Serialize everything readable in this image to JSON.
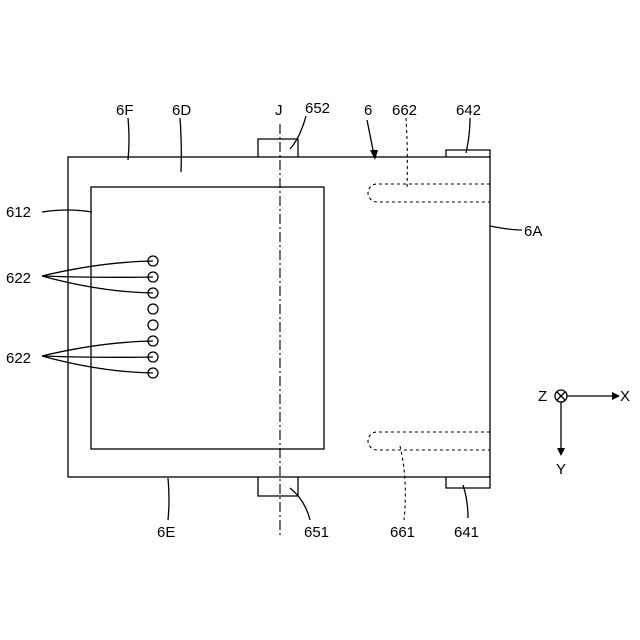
{
  "labels": {
    "label_6F": "6F",
    "label_6D": "6D",
    "label_J": "J",
    "label_652": "652",
    "label_6": "6",
    "label_662": "662",
    "label_642": "642",
    "label_612": "612",
    "label_6A": "6A",
    "label_622_top": "622",
    "label_622_bottom": "622",
    "label_6E": "6E",
    "label_651": "651",
    "label_661": "661",
    "label_641": "641"
  },
  "axes": {
    "z": "Z",
    "x": "X",
    "y": "Y"
  },
  "terminal_count": 8
}
